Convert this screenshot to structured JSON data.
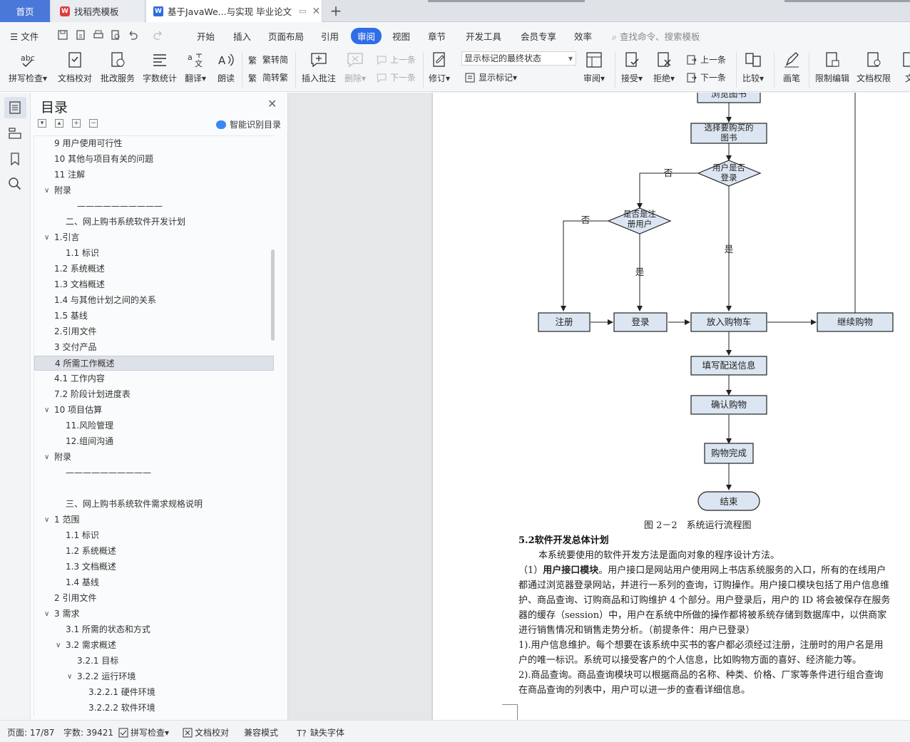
{
  "tabs": {
    "home": "首页",
    "templates": "找稻壳模板",
    "document": "基于JavaWe...与实现 毕业论文",
    "new_tab": "+"
  },
  "menu": {
    "file": "文件",
    "items": [
      "开始",
      "插入",
      "页面布局",
      "引用",
      "审阅",
      "视图",
      "章节",
      "开发工具",
      "会员专享",
      "效率"
    ],
    "search": "查找命令、搜索模板"
  },
  "ribbon": {
    "spell": "拼写检查",
    "proofread": "文档校对",
    "review_service": "批改服务",
    "word_count": "字数统计",
    "translate": "翻译",
    "read_aloud": "朗读",
    "trad": "繁转简",
    "simp": "简转繁",
    "insert_comment": "插入批注",
    "delete": "删除",
    "prev": "上一条",
    "next": "下一条",
    "revise": "修订",
    "markup_state": "显示标记的最终状态",
    "show_markup": "显示标记",
    "reviewing": "审阅",
    "accept": "接受",
    "reject": "拒绝",
    "prev2": "上一条",
    "next2": "下一条",
    "compare": "比较",
    "pen": "画笔",
    "restrict": "限制编辑",
    "doc_perm": "文档权限",
    "doc_more": "文"
  },
  "toc": {
    "title": "目录",
    "smart": "智能识别目录",
    "items": [
      {
        "text": "9 用户使用可行性",
        "indent": 0
      },
      {
        "text": "10 其他与项目有关的问题",
        "indent": 0
      },
      {
        "text": "11 注解",
        "indent": 0
      },
      {
        "text": "附录",
        "indent": 0,
        "expander": true
      },
      {
        "text": "——————————",
        "indent": 2
      },
      {
        "text": "二、网上购书系统软件开发计划",
        "indent": 1
      },
      {
        "text": "1.引言",
        "indent": 0,
        "expander": true
      },
      {
        "text": "1.1 标识",
        "indent": 1
      },
      {
        "text": "1.2 系统概述",
        "indent": 0
      },
      {
        "text": "1.3 文档概述",
        "indent": 0
      },
      {
        "text": "1.4 与其他计划之间的关系",
        "indent": 0
      },
      {
        "text": "1.5 基线",
        "indent": 0
      },
      {
        "text": "2.引用文件",
        "indent": 0
      },
      {
        "text": "3 交付产品",
        "indent": 0
      },
      {
        "text": "4 所需工作概述",
        "indent": 0,
        "selected": true
      },
      {
        "text": "4.1 工作内容",
        "indent": 0
      },
      {
        "text": "7.2 阶段计划进度表",
        "indent": 0
      },
      {
        "text": "10 项目估算",
        "indent": 0,
        "expander": true
      },
      {
        "text": "11.风险管理",
        "indent": 1
      },
      {
        "text": "12.组间沟通",
        "indent": 1
      },
      {
        "text": "附录",
        "indent": 0,
        "expander": true
      },
      {
        "text": "——————————",
        "indent": 1
      },
      {
        "text": "",
        "indent": 0
      },
      {
        "text": "三、网上购书系统软件需求规格说明",
        "indent": 1
      },
      {
        "text": "1 范围",
        "indent": 0,
        "expander": true
      },
      {
        "text": "1.1 标识",
        "indent": 1
      },
      {
        "text": "1.2 系统概述",
        "indent": 1
      },
      {
        "text": "1.3 文档概述",
        "indent": 1
      },
      {
        "text": "1.4 基线",
        "indent": 1
      },
      {
        "text": "2 引用文件",
        "indent": 0
      },
      {
        "text": "3 需求",
        "indent": 0,
        "expander": true
      },
      {
        "text": "3.1 所需的状态和方式",
        "indent": 1
      },
      {
        "text": "3.2 需求概述",
        "indent": 1,
        "expander": true
      },
      {
        "text": "3.2.1 目标",
        "indent": 2
      },
      {
        "text": "3.2.2 运行环境",
        "indent": 2,
        "expander": true
      },
      {
        "text": "3.2.2.1 硬件环境",
        "indent": 3
      },
      {
        "text": "3.2.2.2 软件环境",
        "indent": 3
      }
    ]
  },
  "flowchart": {
    "top_cut": "浏览图书",
    "select_book": "选择要购买的图书",
    "logged_in": "用户是否登录",
    "registered": "是否是注册用户",
    "register": "注册",
    "login": "登录",
    "add_cart": "放入购物车",
    "continue": "继续购物",
    "fill_info": "填写配送信息",
    "confirm": "确认购物",
    "done": "购物完成",
    "end": "结束",
    "no": "否",
    "yes": "是"
  },
  "doc": {
    "caption": "图 2－2　系统运行流程图",
    "heading": "5.2软件开发总体计划",
    "p1": "本系统要使用的软件开发方法是面向对象的程序设计方法。",
    "p2_lead": "（1）",
    "p2_bold": "用户接口模块",
    "p2_rest": "。用户接口是网站用户使用网上书店系统服务的入口，所有的在线用户",
    "lines": [
      "都通过浏览器登录网站，并进行一系列的查询，订购操作。用户接口模块包括了用户信息维",
      "护、商品查询、订购商品和订购维护 4 个部分。用户登录后，用户的 ID 将会被保存在服务",
      "器的缓存（session）中，用户在系统中所做的操作都将被系统存储到数据库中，以供商家",
      "进行销售情况和销售走势分析。（前提条件：用户已登录）",
      "1).用户信息维护。每个想要在该系统中买书的客户都必须经过注册，注册时的用户名是用",
      "户的唯一标识。系统可以接受客户的个人信息，比如购物方面的喜好、经济能力等。",
      "2).商品查询。商品查询模块可以根据商品的名称、种类、价格、厂家等条件进行组合查询",
      "在商品查询的列表中，用户可以进一步的查看详细信息。"
    ]
  },
  "status": {
    "page": "页面: 17/87",
    "words": "字数: 39421",
    "spell": "拼写检查",
    "proof": "文档校对",
    "compat": "兼容模式",
    "missing_font": "缺失字体"
  },
  "colors": {
    "accent": "#2f6ee8",
    "home_tab": "#4a78d8",
    "flow_fill": "#dce6f2"
  }
}
